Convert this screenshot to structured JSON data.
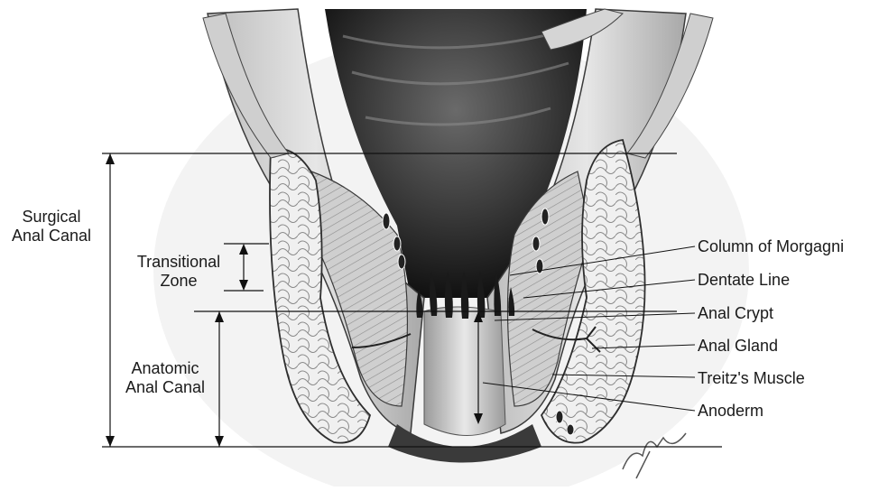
{
  "figure": {
    "left_labels": {
      "surgical": [
        "Surgical",
        "Anal Canal"
      ],
      "transitional": [
        "Transitional",
        "Zone"
      ],
      "anatomic": [
        "Anatomic",
        "Anal Canal"
      ]
    },
    "right_labels": [
      "Column of Morgagni",
      "Dentate Line",
      "Anal Crypt",
      "Anal Gland",
      "Treitz's Muscle",
      "Anoderm"
    ],
    "artist_signature": "artist signature",
    "colors": {
      "ink": "#1a1a1a",
      "tissue": "#d9d9d9",
      "lumen": "#1e1e1e",
      "fat": "#ebebeb"
    }
  }
}
